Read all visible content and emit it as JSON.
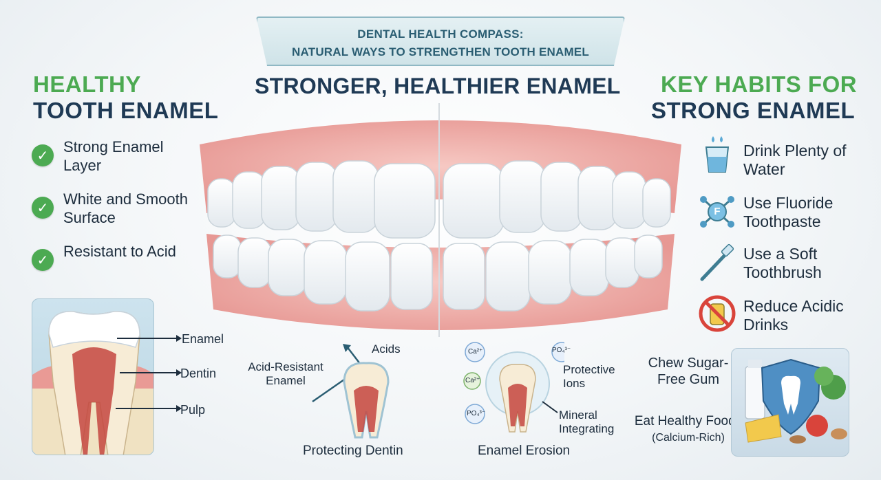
{
  "banner": {
    "line1": "DENTAL HEALTH COMPASS:",
    "line2": "NATURAL WAYS TO STRENGTHEN TOOTH ENAMEL"
  },
  "left": {
    "heading_line1": "HEALTHY",
    "heading_line2": "TOOTH ENAMEL",
    "checklist": [
      {
        "text": "Strong Enamel Layer"
      },
      {
        "text": "White and Smooth Surface"
      },
      {
        "text": "Resistant to Acid"
      }
    ],
    "cross_section_labels": {
      "enamel": "Enamel",
      "dentin": "Dentin",
      "pulp": "Pulp"
    }
  },
  "center": {
    "heading": "STRONGER, HEALTHIER ENAMEL",
    "left_diagram": {
      "acids": "Acids",
      "acid_resistant": "Acid-Resistant Enamel",
      "caption": "Protecting Dentin"
    },
    "right_diagram": {
      "ion_ca1": "Ca²⁺",
      "ion_ca2": "Ca²⁺",
      "ion_po1": "PO₄³⁻",
      "ion_po2": "PO₄³⁻",
      "protective_ions": "Protective Ions",
      "mineral": "Mineral Integrating",
      "caption": "Enamel Erosion"
    }
  },
  "right": {
    "heading_line1": "KEY HABITS FOR",
    "heading_line2": "STRONG ENAMEL",
    "habits": [
      {
        "icon": "water-glass-icon",
        "text": "Drink Plenty of Water"
      },
      {
        "icon": "fluoride-icon",
        "text": "Use Fluoride Toothpaste"
      },
      {
        "icon": "toothbrush-icon",
        "text": "Use a Soft Toothbrush"
      },
      {
        "icon": "no-acidic-drinks-icon",
        "text": "Reduce Acidic Drinks"
      }
    ],
    "fluoride_letter": "F",
    "chew": "Chew Sugar-Free Gum",
    "eat_line1": "Eat Healthy Foods",
    "eat_line2": "(Calcium-Rich)"
  },
  "colors": {
    "green": "#4caa52",
    "navy": "#1f3a55",
    "teal": "#3e7d92",
    "gum": "#e99a95"
  }
}
